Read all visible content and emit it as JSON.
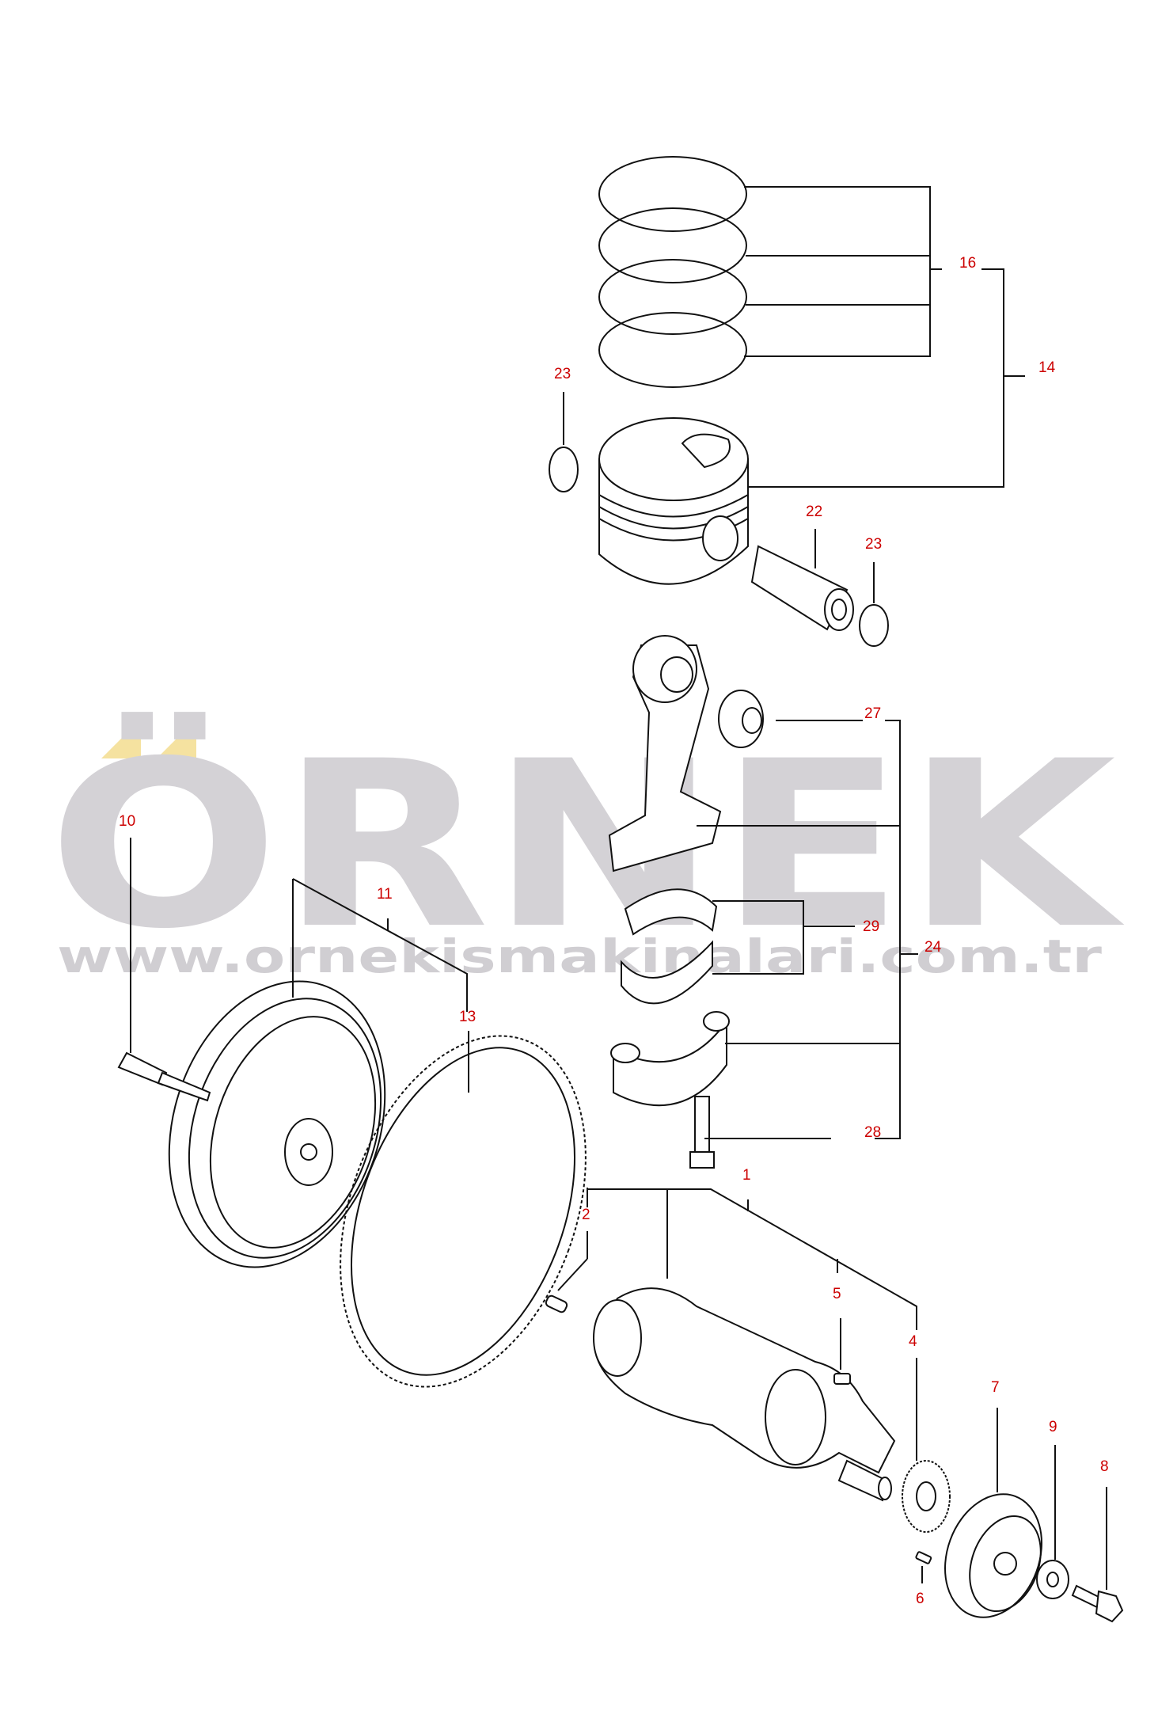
{
  "watermark": {
    "brand": "ÖRNEK",
    "url": "www.ornekismakinalari.com.tr",
    "brand_color": "#d4d2d6",
    "accent_color": "#f5e2a0"
  },
  "diagram": {
    "callout_color": "#cc0000",
    "line_color": "#111111",
    "callouts": {
      "c1": "1",
      "c2": "2",
      "c4": "4",
      "c5": "5",
      "c6": "6",
      "c7": "7",
      "c8": "8",
      "c9": "9",
      "c10": "10",
      "c11": "11",
      "c13": "13",
      "c14": "14",
      "c16": "16",
      "c22": "22",
      "c23a": "23",
      "c23b": "23",
      "c24": "24",
      "c27": "27",
      "c28": "28",
      "c29": "29"
    }
  }
}
